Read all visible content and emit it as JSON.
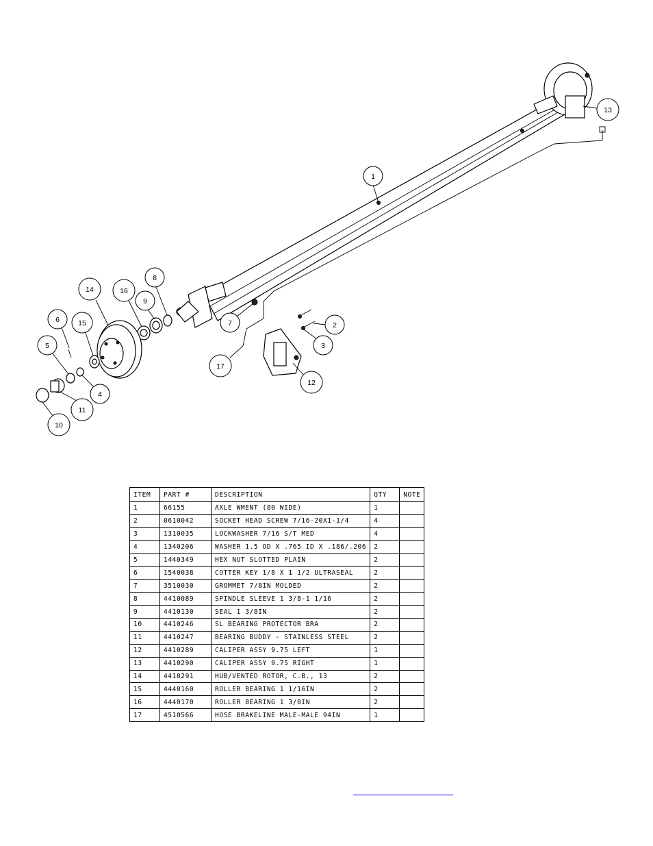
{
  "callouts": [
    "1",
    "2",
    "3",
    "4",
    "5",
    "6",
    "7",
    "8",
    "9",
    "10",
    "11",
    "12",
    "13",
    "14",
    "15",
    "16",
    "17"
  ],
  "bom": {
    "headers": [
      "ITEM",
      "PART #",
      "DESCRIPTION",
      "QTY",
      "NOTE"
    ],
    "rows": [
      {
        "item": "1",
        "part": "66155",
        "desc": "AXLE WMENT (80 WIDE)",
        "qty": "1",
        "note": ""
      },
      {
        "item": "2",
        "part": "0610042",
        "desc": "SOCKET HEAD SCREW 7/16-20X1-1/4",
        "qty": "4",
        "note": ""
      },
      {
        "item": "3",
        "part": "1310035",
        "desc": "LOCKWASHER 7/16 S/T MED",
        "qty": "4",
        "note": ""
      },
      {
        "item": "4",
        "part": "1340206",
        "desc": "WASHER 1.5 OD X .765 ID X .186/.206",
        "qty": "2",
        "note": ""
      },
      {
        "item": "5",
        "part": "1440349",
        "desc": "HEX NUT SLOTTED PLAIN",
        "qty": "2",
        "note": ""
      },
      {
        "item": "6",
        "part": "1540038",
        "desc": "COTTER KEY 1/8 X 1 1/2 ULTRASEAL",
        "qty": "2",
        "note": ""
      },
      {
        "item": "7",
        "part": "3510030",
        "desc": "GROMMET  7/8IN MOLDED",
        "qty": "2",
        "note": ""
      },
      {
        "item": "8",
        "part": "4410089",
        "desc": "SPINDLE SLEEVE  1 3/8-1 1/16",
        "qty": "2",
        "note": ""
      },
      {
        "item": "9",
        "part": "4410130",
        "desc": "SEAL  1 3/8IN",
        "qty": "2",
        "note": ""
      },
      {
        "item": "10",
        "part": "4410246",
        "desc": "SL BEARING PROTECTOR BRA",
        "qty": "2",
        "note": ""
      },
      {
        "item": "11",
        "part": "4410247",
        "desc": "BEARING BUDDY - STAINLESS STEEL",
        "qty": "2",
        "note": ""
      },
      {
        "item": "12",
        "part": "4410289",
        "desc": "CALIPER ASSY 9.75 LEFT",
        "qty": "1",
        "note": ""
      },
      {
        "item": "13",
        "part": "4410290",
        "desc": "CALIPER ASSY 9.75 RIGHT",
        "qty": "1",
        "note": ""
      },
      {
        "item": "14",
        "part": "4410291",
        "desc": "HUB/VENTED ROTOR, C.B.,  13",
        "qty": "2",
        "note": ""
      },
      {
        "item": "15",
        "part": "4440160",
        "desc": "ROLLER BEARING   1 1/16IN",
        "qty": "2",
        "note": ""
      },
      {
        "item": "16",
        "part": "4440170",
        "desc": "ROLLER BEARING   1 3/8IN",
        "qty": "2",
        "note": ""
      },
      {
        "item": "17",
        "part": "4510566",
        "desc": "HOSE BRAKELINE MALE-MALE 94IN",
        "qty": "1",
        "note": ""
      }
    ]
  }
}
